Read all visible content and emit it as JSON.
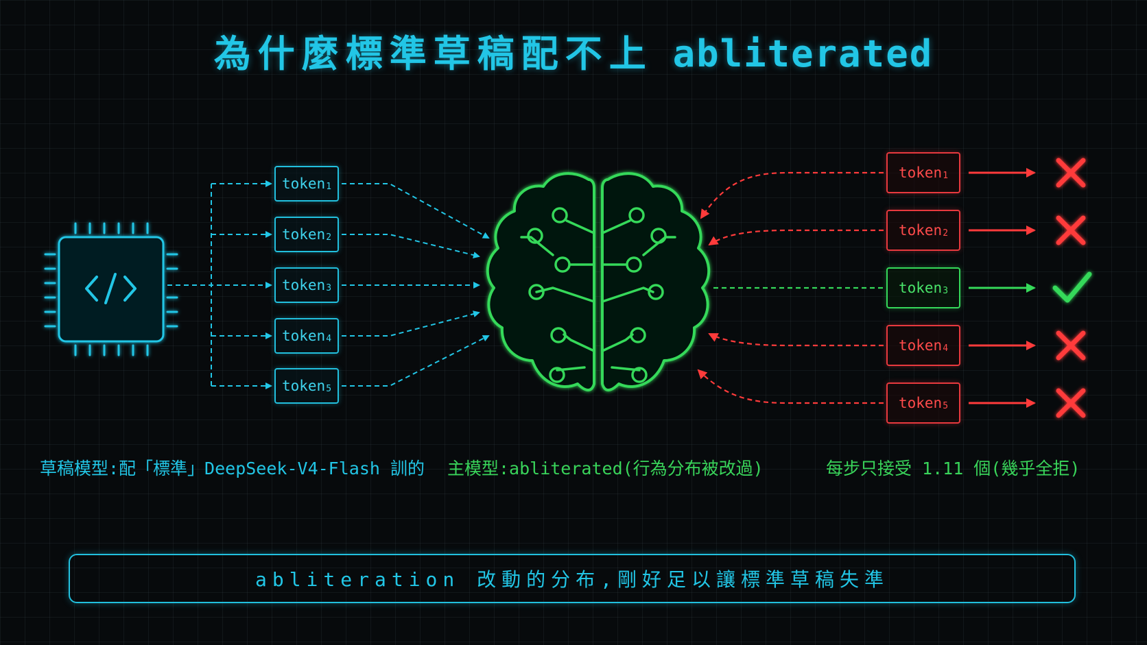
{
  "title": {
    "zh": "為什麼標準草稿配不上",
    "latin": "abliterated"
  },
  "draft_tokens": [
    {
      "base": "token",
      "sub": "1"
    },
    {
      "base": "token",
      "sub": "2"
    },
    {
      "base": "token",
      "sub": "3"
    },
    {
      "base": "token",
      "sub": "4"
    },
    {
      "base": "token",
      "sub": "5"
    }
  ],
  "verify_tokens": [
    {
      "base": "token",
      "sub": "1",
      "status": "rejected"
    },
    {
      "base": "token",
      "sub": "2",
      "status": "rejected"
    },
    {
      "base": "token",
      "sub": "3",
      "status": "accepted"
    },
    {
      "base": "token",
      "sub": "4",
      "status": "rejected"
    },
    {
      "base": "token",
      "sub": "5",
      "status": "rejected"
    }
  ],
  "captions": {
    "draft": "草稿模型:配「標準」DeepSeek-V4-Flash 訓的",
    "main": "主模型:abliterated(行為分布被改過)",
    "result": "每步只接受 1.11 個(幾乎全拒)"
  },
  "footer": "abliteration 改動的分布,剛好足以讓標準草稿失準",
  "icons": {
    "draft_model": "code-chip-icon",
    "main_model": "circuit-brain-icon",
    "accepted": "check-icon",
    "rejected": "cross-icon"
  },
  "colors": {
    "cyan": "#22c6e6",
    "green": "#35d95a",
    "red": "#e8393e",
    "background": "#070a0c"
  }
}
